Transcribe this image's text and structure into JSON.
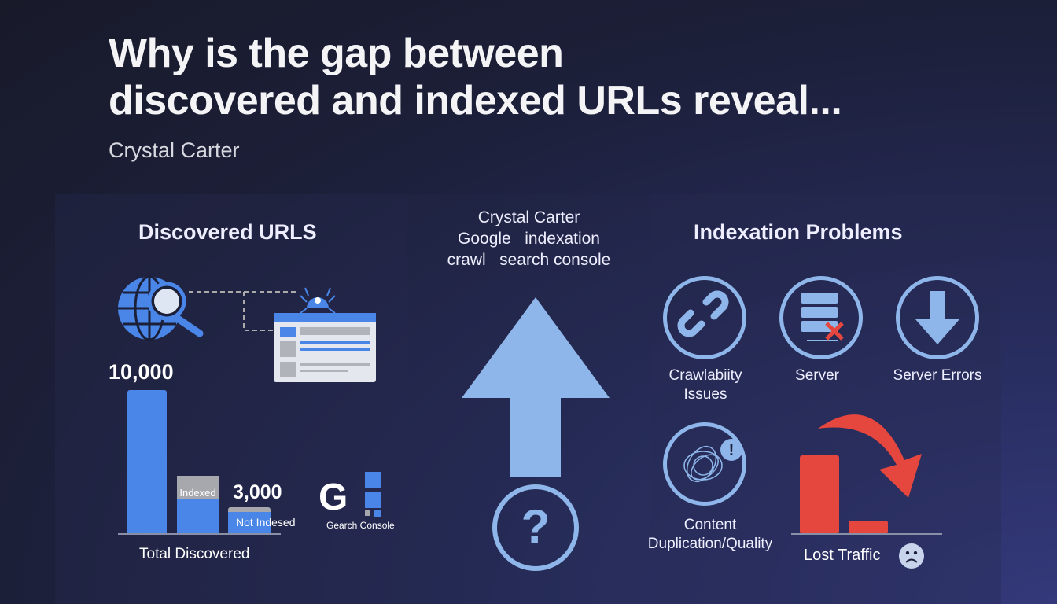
{
  "title_line1": "Why is the gap between",
  "title_line2": "discovered and indexed URLs reveal...",
  "author": "Crystal Carter",
  "left": {
    "title": "Discovered URLS",
    "total_value": "10,000",
    "indexed_label": "Indexed",
    "value_3000": "3,000",
    "not_indexed_label": "Not Indesed",
    "axis_label": "Total Discovered",
    "logo_text": "Gearch Console",
    "logo_letter": "G"
  },
  "middle": {
    "line1": "Crystal Carter",
    "line2": "Google   indexation",
    "line3": "crawl   search console",
    "question": "?"
  },
  "right": {
    "title": "Indexation Problems",
    "items": [
      "Crawlabiity\nIssues",
      "Server",
      "Server Errors",
      "Content\nDuplication/Quality"
    ],
    "lost_traffic": "Lost Traffic",
    "item0a": "Crawlabiity",
    "item0b": "Issues",
    "item3a": "Content",
    "item3b": "Duplication/Quality"
  },
  "colors": {
    "blue": "#4a86e8",
    "light_blue": "#8fb6ea",
    "red": "#e5473f"
  }
}
